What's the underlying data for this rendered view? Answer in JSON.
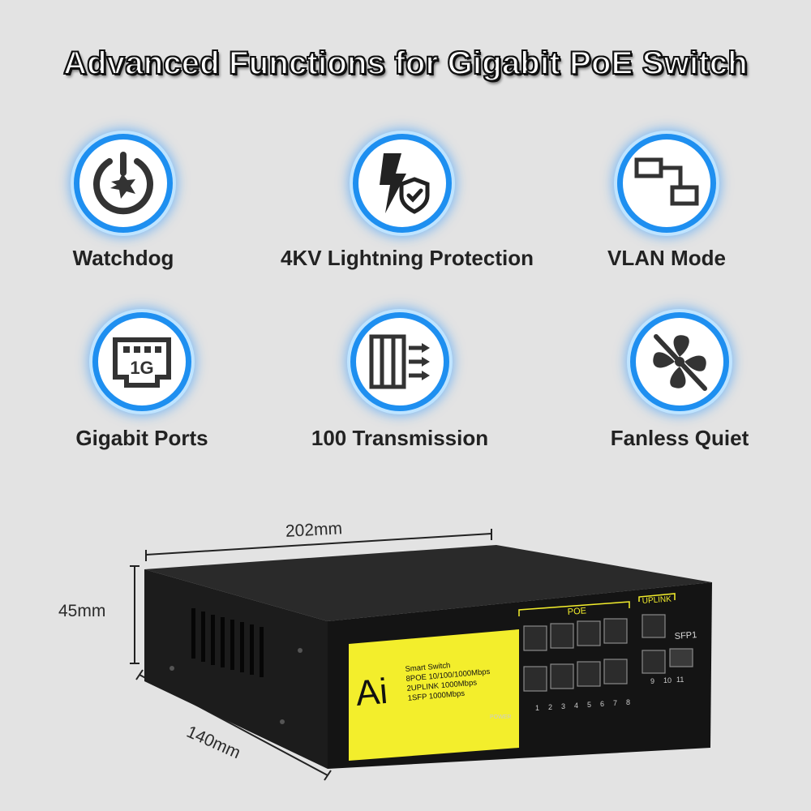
{
  "headline": "Advanced Functions for Gigabit PoE Switch",
  "features": [
    {
      "label": "Watchdog",
      "icon": "watchdog-power-icon"
    },
    {
      "label": "4KV Lightning Protection",
      "icon": "lightning-shield-icon"
    },
    {
      "label": "VLAN Mode",
      "icon": "vlan-network-icon"
    },
    {
      "label": "Gigabit Ports",
      "icon": "gigabit-port-icon"
    },
    {
      "label": "100 Transmission",
      "icon": "transmission-arrows-icon"
    },
    {
      "label": "Fanless Quiet",
      "icon": "no-fan-icon"
    }
  ],
  "dimensions": {
    "width": "202mm",
    "height": "45mm",
    "depth": "140mm"
  },
  "product": {
    "brand": "Ai",
    "spec_lines": [
      "Smart Switch",
      "8POE 10/100/1000Mbps",
      "2UPLINK 1000Mbps",
      "1SFP 1000Mbps"
    ],
    "poe_label": "POE",
    "uplink_label": "UPLINK",
    "sfp_label": "SFP1",
    "power_label": "POWER",
    "port_numbers": [
      "1",
      "2",
      "3",
      "4",
      "5",
      "6",
      "7",
      "8"
    ],
    "uplink_numbers": [
      "9",
      "10",
      "11"
    ]
  },
  "colors": {
    "accent": "#1e8ff0",
    "panel_yellow": "#f3ee2c",
    "body": "#1d1d1d"
  }
}
